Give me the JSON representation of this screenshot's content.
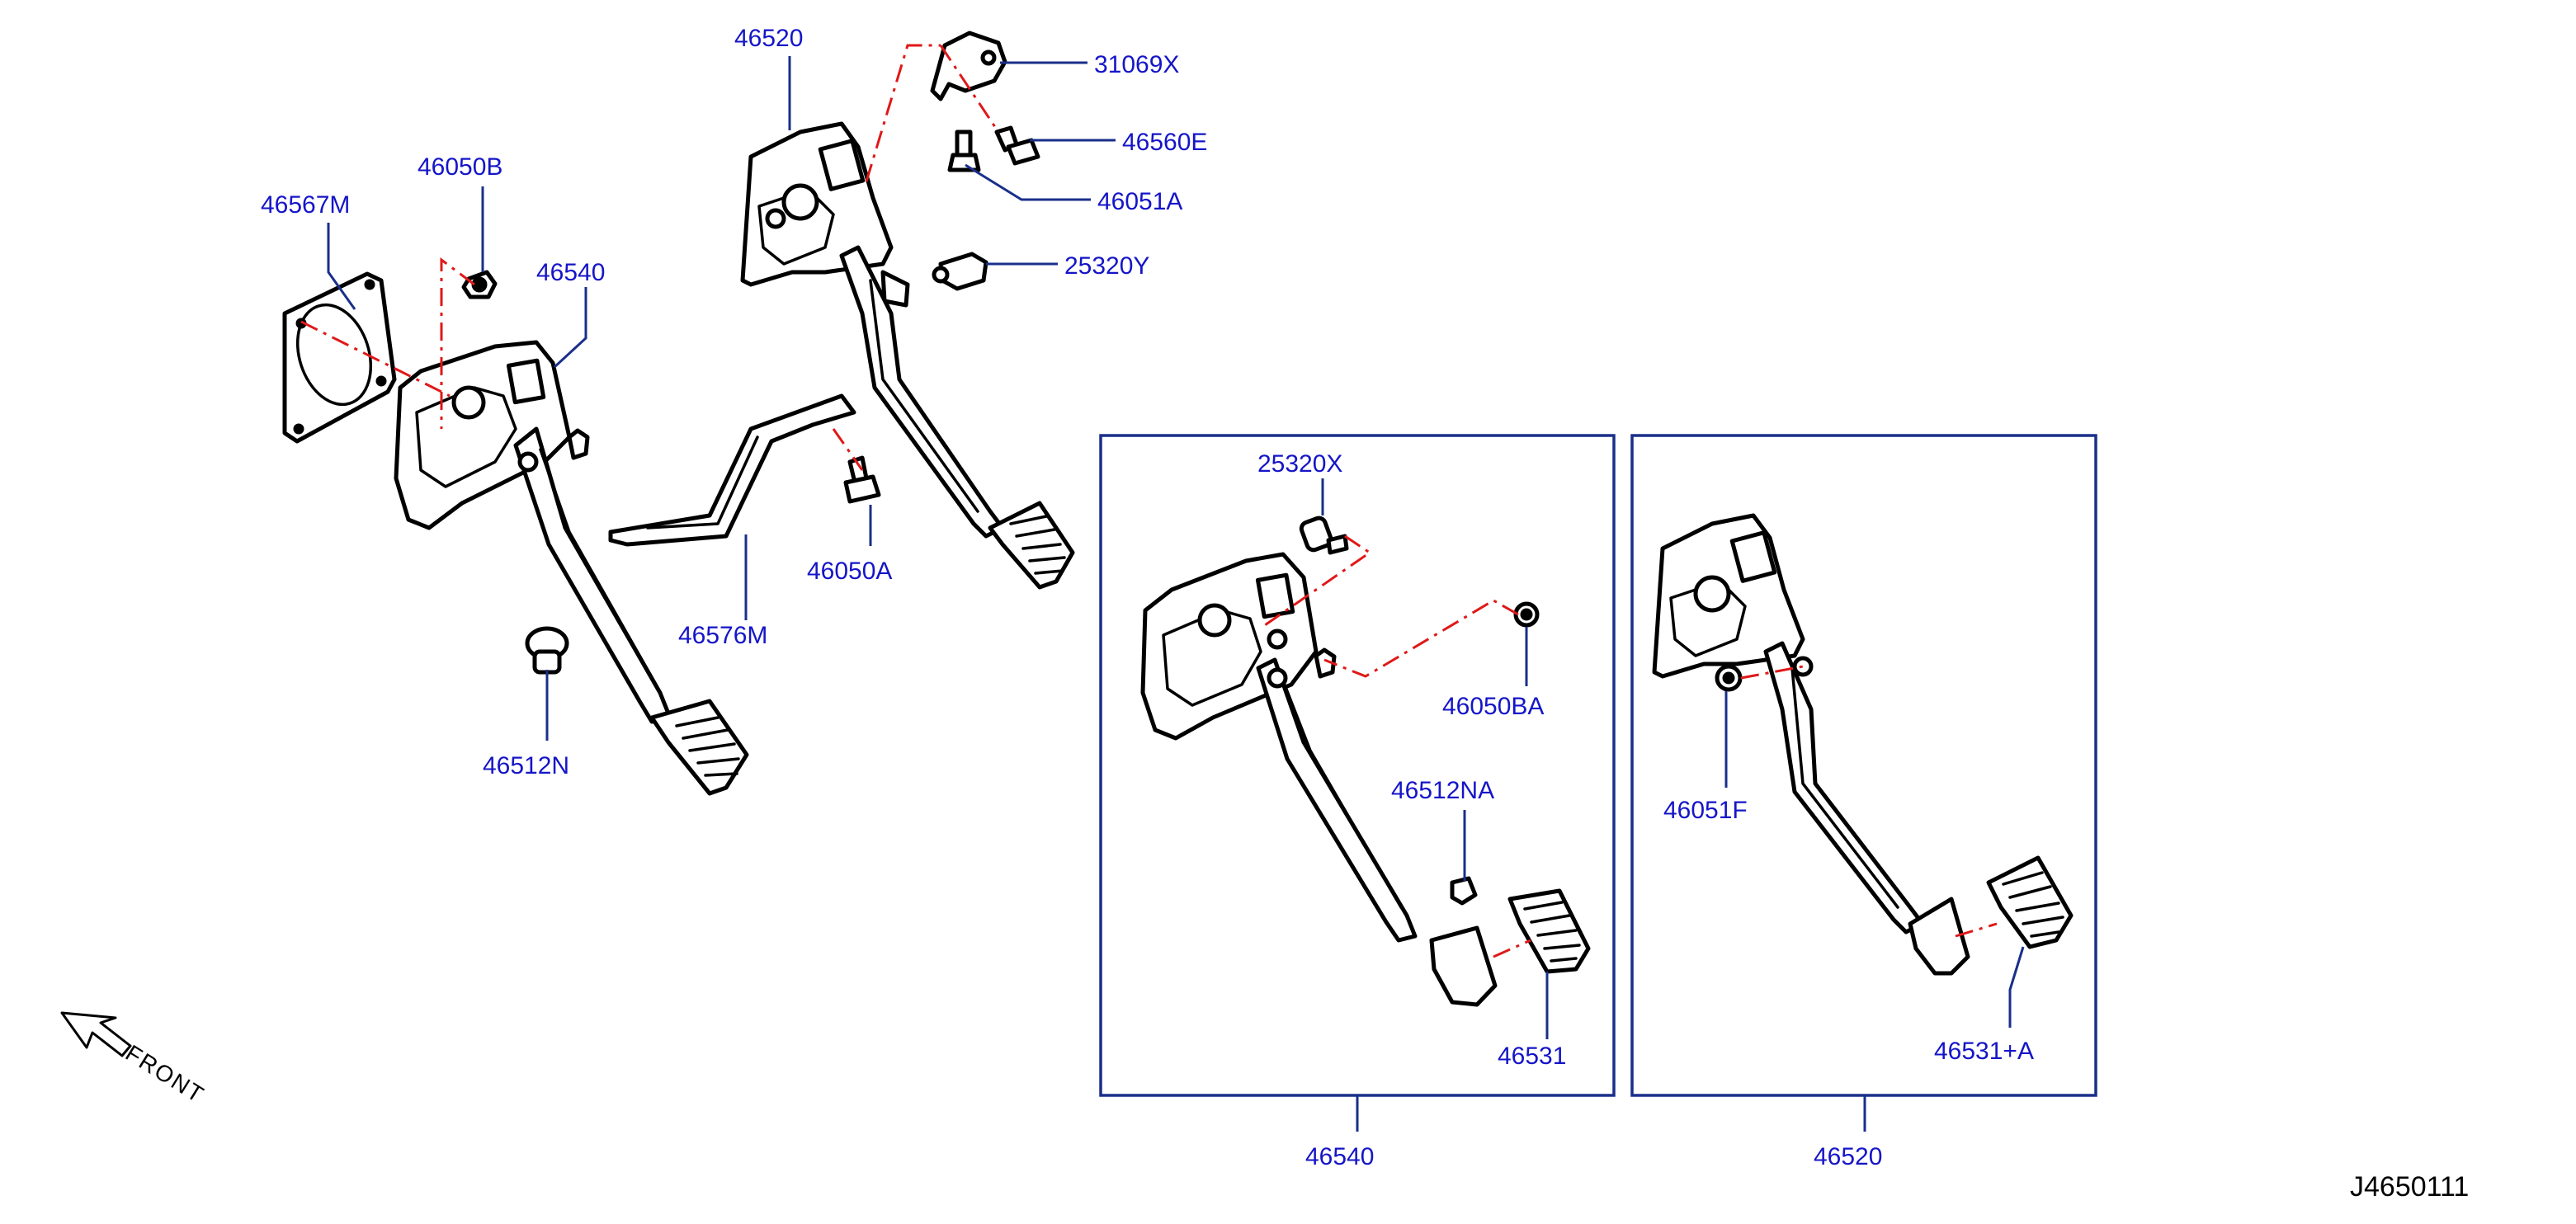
{
  "labels": {
    "p46520_top": "46520",
    "p31069X": "31069X",
    "p46560E": "46560E",
    "p46051A": "46051A",
    "p25320Y": "25320Y",
    "p46050B": "46050B",
    "p46567M": "46567M",
    "p46540_top": "46540",
    "p46050A": "46050A",
    "p46576M": "46576M",
    "p46512N": "46512N",
    "p25320X": "25320X",
    "p46050BA": "46050BA",
    "p46512NA": "46512NA",
    "p46531": "46531",
    "p46051F": "46051F",
    "p46531A": "46531+A",
    "p46540_box": "46540",
    "p46520_box": "46520"
  },
  "front_label": "FRONT",
  "diagram_code": "J4650111",
  "colors": {
    "label_text": "#1515c8",
    "leader_line": "#1a2f8a",
    "phantom_line": "#e01818",
    "part_outline": "#000000"
  }
}
